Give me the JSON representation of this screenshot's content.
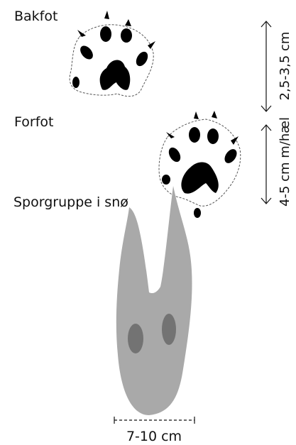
{
  "labels": {
    "hind_foot": "Bakfot",
    "fore_foot": "Forfot",
    "track_group": "Sporgruppe i snø"
  },
  "measurements": {
    "hind_foot": "2,5-3,5 cm",
    "fore_foot": "4-5 cm m/hæl",
    "track_group": "7-10 cm"
  }
}
